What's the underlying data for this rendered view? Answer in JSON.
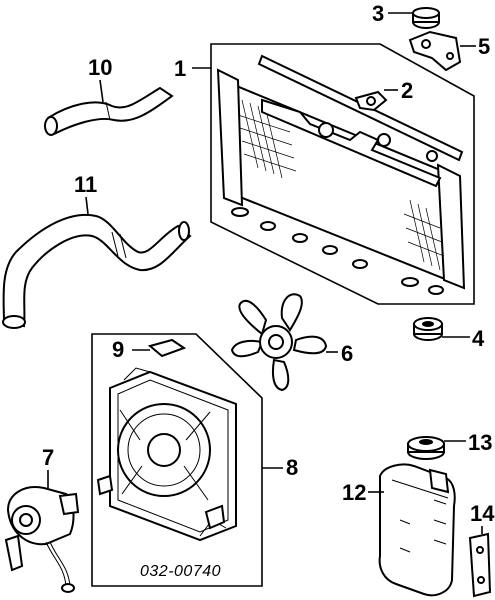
{
  "diagram": {
    "id_label": "032-00740",
    "callouts": [
      {
        "key": "c1",
        "label": "1"
      },
      {
        "key": "c2",
        "label": "2"
      },
      {
        "key": "c3",
        "label": "3"
      },
      {
        "key": "c4",
        "label": "4"
      },
      {
        "key": "c5",
        "label": "5"
      },
      {
        "key": "c6",
        "label": "6"
      },
      {
        "key": "c7",
        "label": "7"
      },
      {
        "key": "c8",
        "label": "8"
      },
      {
        "key": "c9",
        "label": "9"
      },
      {
        "key": "c10",
        "label": "10"
      },
      {
        "key": "c11",
        "label": "11"
      },
      {
        "key": "c12",
        "label": "12"
      },
      {
        "key": "c13",
        "label": "13"
      },
      {
        "key": "c14",
        "label": "14"
      }
    ],
    "c": {
      "c1": "1",
      "c2": "2",
      "c3": "3",
      "c4": "4",
      "c5": "5",
      "c6": "6",
      "c7": "7",
      "c8": "8",
      "c9": "9",
      "c10": "10",
      "c11": "11",
      "c12": "12",
      "c13": "13",
      "c14": "14"
    }
  }
}
